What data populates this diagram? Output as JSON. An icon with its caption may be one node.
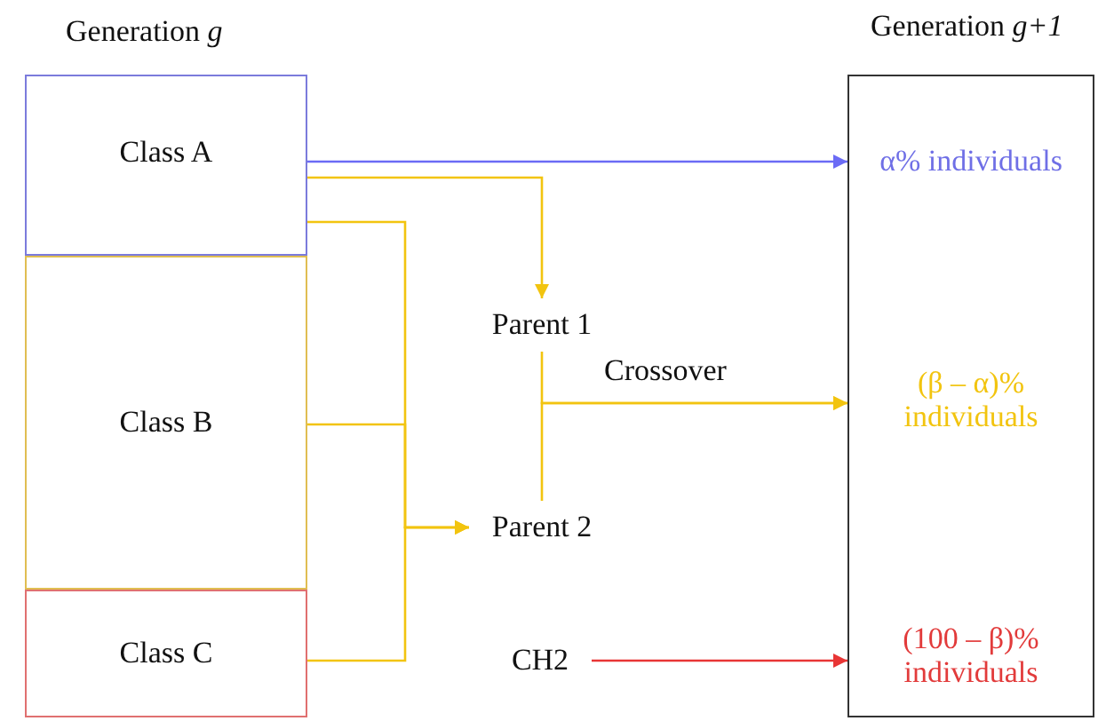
{
  "diagram": {
    "nodes": [
      {
        "text": [
          "Class A"
        ]
      },
      {
        "text": [
          "Class B"
        ]
      },
      {
        "text": [
          "Class C"
        ]
      },
      {
        "text": [
          "Parent 1"
        ]
      },
      {
        "text": [
          "Parent 2"
        ]
      },
      {
        "text": [
          "CH2"
        ]
      },
      {
        "text": [
          "Generation *g+1*"
        ]
      },
      {
        "text": [
          "α% individuals"
        ],
        "in": 6
      },
      {
        "text": [
          "(β – α)% individuals"
        ],
        "in": 6
      },
      {
        "text": [
          "(100 – β)% individuals"
        ],
        "in": 6
      }
    ],
    "edges": [
      {
        "from": 0,
        "to": 7,
        "arrow": "to",
        "color": "#6b6bf5"
      },
      {
        "from": 0,
        "to": 3,
        "arrow": "to"
      },
      {
        "from": 0,
        "to": 4,
        "arrow": "to"
      },
      {
        "from": 1,
        "to": 4,
        "arrow": "to"
      },
      {
        "from": 2,
        "to": 4,
        "arrow": "to"
      },
      {
        "from": 3,
        "to": 8,
        "arrow": "to",
        "label": "Crossover"
      },
      {
        "from": 4,
        "to": 8,
        "arrow": "to"
      },
      {
        "from": 5,
        "to": 9,
        "arrow": "to",
        "color": "#e83535"
      }
    ],
    "labels": [
      "Generation *g*"
    ]
  }
}
